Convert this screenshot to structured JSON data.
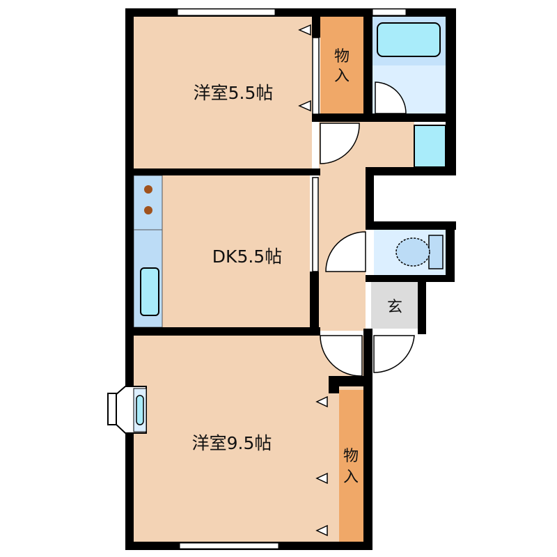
{
  "rooms": {
    "western_room_1": {
      "label": "洋室5.5帖"
    },
    "dining_kitchen": {
      "label": "DK5.5帖"
    },
    "western_room_2": {
      "label": "洋室9.5帖"
    },
    "closet_1": {
      "label_line1": "物",
      "label_line2": "入"
    },
    "closet_2": {
      "label_line1": "物",
      "label_line2": "入"
    },
    "entrance": {
      "label": "玄"
    }
  },
  "colors": {
    "room": "#f3d3b5",
    "closet": "#f0a868",
    "wet_area": "#dcefff",
    "fixture": "#a9ecfa",
    "entrance": "#dcdcdc",
    "wall": "#000000"
  }
}
